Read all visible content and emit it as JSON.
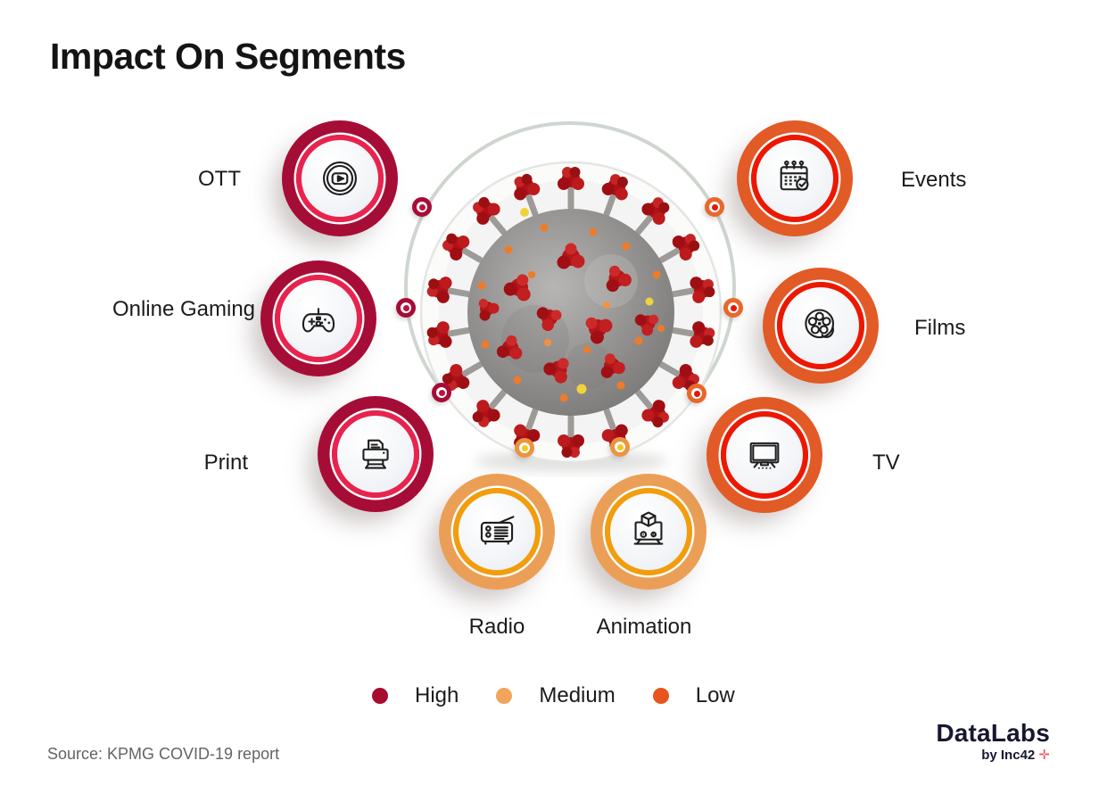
{
  "title": "Impact On Segments",
  "center": {
    "image": "coronavirus-3d-render"
  },
  "segments": [
    {
      "name": "OTT",
      "impact": "High",
      "icon": "play-icon"
    },
    {
      "name": "Online Gaming",
      "impact": "High",
      "icon": "gamepad-icon"
    },
    {
      "name": "Print",
      "impact": "High",
      "icon": "printer-icon"
    },
    {
      "name": "Radio",
      "impact": "Medium",
      "icon": "radio-icon"
    },
    {
      "name": "Animation",
      "impact": "Medium",
      "icon": "animation-icon"
    },
    {
      "name": "TV",
      "impact": "Low",
      "icon": "tv-icon"
    },
    {
      "name": "Films",
      "impact": "Low",
      "icon": "film-reel-icon"
    },
    {
      "name": "Events",
      "impact": "Low",
      "icon": "calendar-check-icon"
    }
  ],
  "legend": {
    "items": [
      {
        "label": "High",
        "color": "#A60D30"
      },
      {
        "label": "Medium",
        "color": "#F2A45C"
      },
      {
        "label": "Low",
        "color": "#E8541C"
      }
    ]
  },
  "colors": {
    "high_outer": "#A60D36",
    "high_ring": "#E8234E",
    "medium_outer": "#EB9F56",
    "medium_ring": "#F29D0D",
    "low_outer": "#E25A26",
    "low_ring": "#EC1802",
    "orbit_ring": "#CFD5CF"
  },
  "source": "Source: KPMG COVID-19 report",
  "logo": {
    "brand": "DataLabs",
    "byline": "by Inc42",
    "plus_glyph": "✛"
  }
}
